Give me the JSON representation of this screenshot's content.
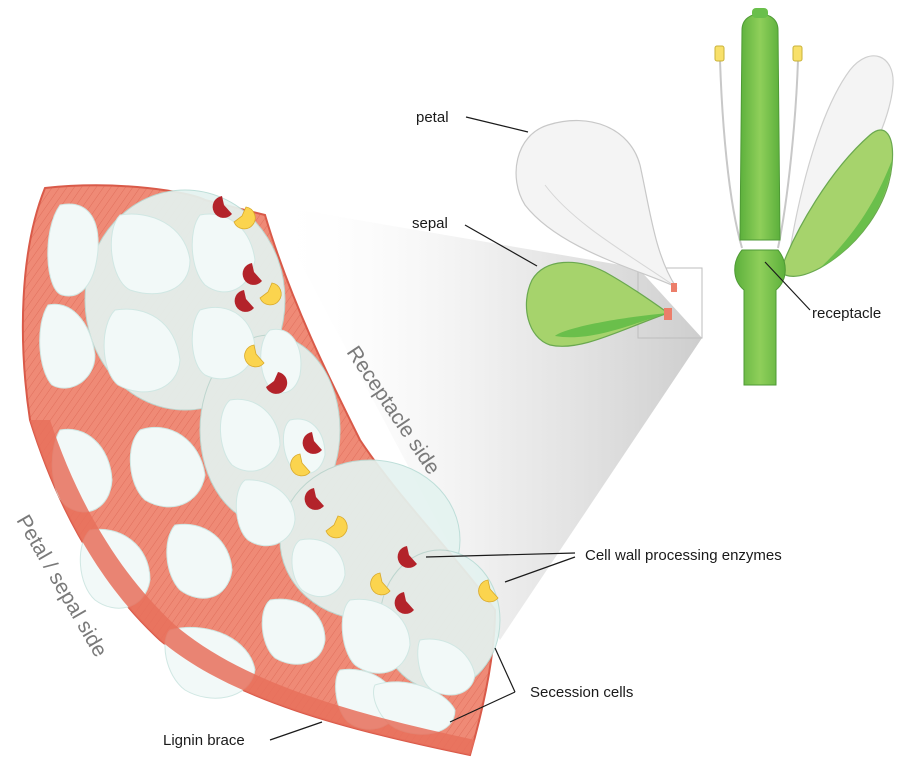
{
  "labels": {
    "petal": "petal",
    "sepal": "sepal",
    "receptacle": "receptacle",
    "receptacle_side": "Receptacle side",
    "petal_sepal_side": "Petal / sepal side",
    "enzymes": "Cell wall processing enzymes",
    "secession_cells": "Secession cells",
    "lignin_brace": "Lignin brace"
  },
  "colors": {
    "lignin": "#ec7e6a",
    "lignin_dark": "#d95a49",
    "cell_fill": "#e6f3f1",
    "enzyme_red": "#b3232a",
    "enzyme_yellow": "#fbd44e",
    "stem_green": "#6abf4b",
    "stem_light": "#a6d36c",
    "petal_fill": "#f3f3f3",
    "side_text": "#7a7a7a"
  }
}
